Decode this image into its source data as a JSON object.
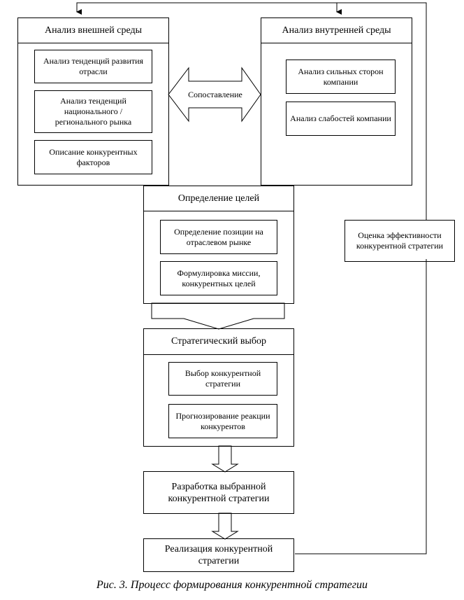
{
  "external": {
    "title": "Анализ внешней среды",
    "items": [
      "Анализ тенденций развития отрасли",
      "Анализ тенденций национального / регионального рынка",
      "Описание конкурентных факторов"
    ]
  },
  "internal": {
    "title": "Анализ внутренней среды",
    "items": [
      "Анализ сильных сторон компании",
      "Анализ слабостей компании"
    ]
  },
  "comparison": {
    "label": "Сопоставление"
  },
  "goals": {
    "title": "Определение целей",
    "items": [
      "Определение позиции на отраслевом рынке",
      "Формулировка миссии, конкурентных целей"
    ]
  },
  "choice": {
    "title": "Стратегический выбор",
    "items": [
      "Выбор конкурентной стратегии",
      "Прогнозирование реакции конкурентов"
    ]
  },
  "development": {
    "label": "Разработка выбранной конкурентной стратегии"
  },
  "implementation": {
    "label": "Реализация конкурентной стратегии"
  },
  "evaluation": {
    "label": "Оценка эффективности конкурентной стратегии"
  },
  "caption": "Рис. 3. Процесс формирования конкурентной стратегии"
}
